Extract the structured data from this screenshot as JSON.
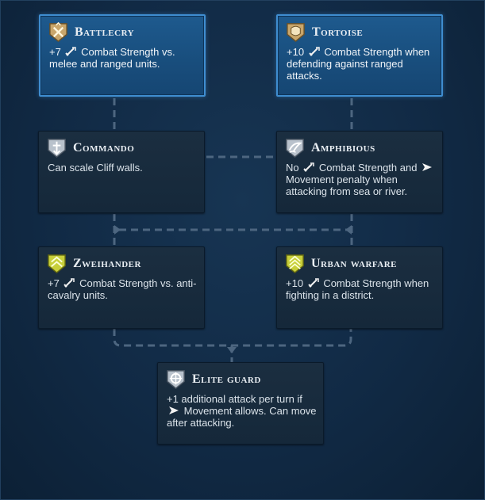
{
  "promotions": {
    "battlecry": {
      "title": "Battlecry",
      "prefix": "+7",
      "suffix": "Combat Strength vs. melee and ranged units.",
      "icon": "battlecry-icon"
    },
    "tortoise": {
      "title": "Tortoise",
      "prefix": "+10",
      "suffix": "Combat Strength when defending against ranged attacks.",
      "icon": "tortoise-icon"
    },
    "commando": {
      "title": "Commando",
      "text": "Can scale Cliff walls.",
      "icon": "commando-icon"
    },
    "amphibious": {
      "title": "Amphibious",
      "prefix": "No",
      "middle": "Combat Strength and",
      "suffix": "Movement penalty when attacking from sea or river.",
      "icon": "amphibious-icon"
    },
    "zweihander": {
      "title": "Zweihander",
      "prefix": "+7",
      "suffix": "Combat Strength vs. anti-cavalry units.",
      "icon": "zweihander-icon"
    },
    "urban_warfare": {
      "title": "Urban warfare",
      "prefix": "+10",
      "suffix": "Combat Strength when fighting in a district.",
      "icon": "urban-warfare-icon"
    },
    "elite_guard": {
      "title": "Elite guard",
      "prefix": "+1 additional attack per turn if",
      "suffix": "Movement allows. Can move after attacking.",
      "icon": "elite-guard-icon"
    }
  },
  "colors": {
    "unlocked_fill": "#1e5a8e",
    "unlocked_border": "#3f8dd0",
    "locked_fill": "#18293a",
    "connector": "#4d6680",
    "gold_icon": "#c9a66b",
    "yellow_icon": "#c8cf3a",
    "silver_icon": "#b9c2cc"
  }
}
